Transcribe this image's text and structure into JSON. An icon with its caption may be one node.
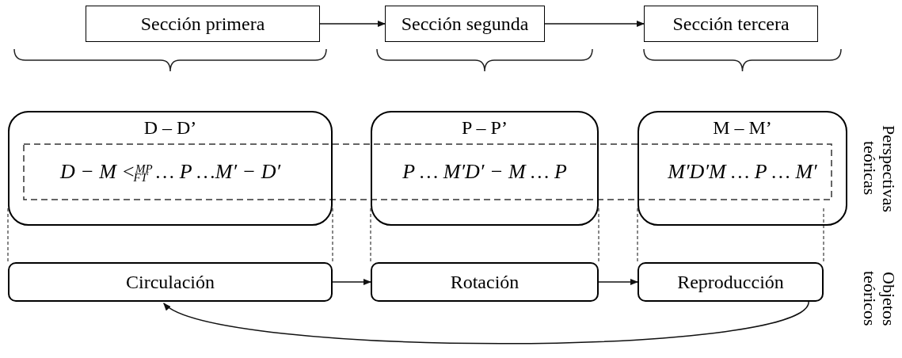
{
  "diagram": {
    "nodes": [
      {
        "text": [
          "Sección primera"
        ]
      },
      {
        "text": [
          "Sección segunda"
        ]
      },
      {
        "text": [
          "Sección tercera"
        ]
      },
      {
        "text": [
          "D – D’",
          "D − M <$^{MP}$$_{FT}$ … P …M′ − D′"
        ]
      },
      {
        "text": [
          "P – P’",
          "P … M′D′ − M … P"
        ]
      },
      {
        "text": [
          "M – M’",
          "M′D′M … P … M′"
        ]
      },
      {
        "text": [
          "Circulación"
        ]
      },
      {
        "text": [
          "Rotación"
        ]
      },
      {
        "text": [
          "Reproducción"
        ]
      }
    ],
    "edges": [
      {
        "from": 0,
        "to": 1,
        "arrow": "to"
      },
      {
        "from": 1,
        "to": 2,
        "arrow": "to"
      },
      {
        "from": 3,
        "to": 6,
        "arrow": "none",
        "style": "dashed"
      },
      {
        "from": 3,
        "to": 6,
        "arrow": "none",
        "style": "dashed"
      },
      {
        "from": 4,
        "to": 7,
        "arrow": "none",
        "style": "dashed"
      },
      {
        "from": 4,
        "to": 7,
        "arrow": "none",
        "style": "dashed"
      },
      {
        "from": 5,
        "to": 8,
        "arrow": "none",
        "style": "dashed"
      },
      {
        "from": 5,
        "to": 8,
        "arrow": "none",
        "style": "dashed"
      },
      {
        "from": 6,
        "to": 7,
        "arrow": "to"
      },
      {
        "from": 7,
        "to": 8,
        "arrow": "to"
      },
      {
        "from": 8,
        "to": 6,
        "arrow": "to"
      }
    ],
    "labels": [
      "Perspectivas teóricas",
      "Objetos teóricos"
    ]
  }
}
